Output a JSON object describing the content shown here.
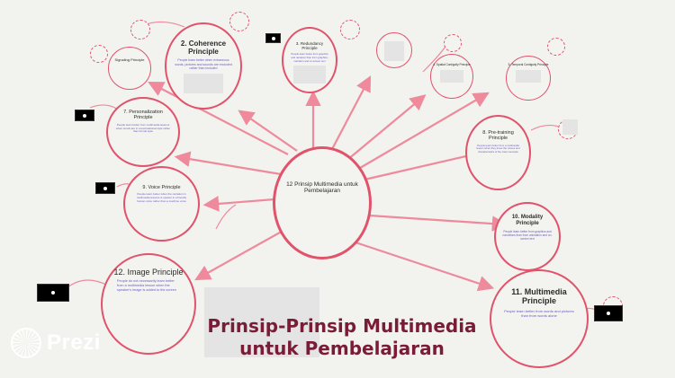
{
  "title_line1": "Prinsip-Prinsip Multimedia",
  "title_line2": "untuk Pembelajaran",
  "brand": "Prezi",
  "colors": {
    "accent": "#e0536b",
    "title": "#7a1c36",
    "body_text": "#6a5cc8",
    "background": "#f2f2ee"
  },
  "center": {
    "title": "12 Prinsip Multimedia untuk Pembelajaran"
  },
  "nodes": {
    "coherence": {
      "title": "2. Coherence Principle",
      "body": "People learn better when extraneous words, pictures and sounds are excluded rather than included"
    },
    "redundancy": {
      "title": "3. Redundancy Principle",
      "body": "People learn better from graphics and narration than from graphics, narration and on-screen text"
    },
    "personalization": {
      "title": "7. Personalization Principle",
      "body": "People learn better from multimedia lessons when words are in conversational style rather than formal style"
    },
    "voice": {
      "title": "9. Voice Principle",
      "body": "People learn better when the narration in multimedia lessons is spoken in a friendly human voice rather than a machine voice"
    },
    "image": {
      "title": "12. Image Principle",
      "body": "People do not necessarily learn better from a multimedia lesson when the speaker's image is added to the screen"
    },
    "pretraining": {
      "title": "8. Pre-training Principle",
      "body": "People learn better from a multimedia lesson when they know the names and characteristics of the main concepts"
    },
    "modality": {
      "title": "10. Modality Principle",
      "body": "People learn better from graphics and narrations than from animation and on-screen text"
    },
    "multimedia": {
      "title": "11. Multimedia Principle",
      "body": "People learn better from words and pictures than from words alone"
    },
    "signaling": {
      "title": "Signaling Principle",
      "body": ""
    },
    "spatial": {
      "title": "4. Spatial Contiguity Principle",
      "body": ""
    },
    "temporal": {
      "title": "5. Temporal Contiguity Principle",
      "body": ""
    }
  }
}
